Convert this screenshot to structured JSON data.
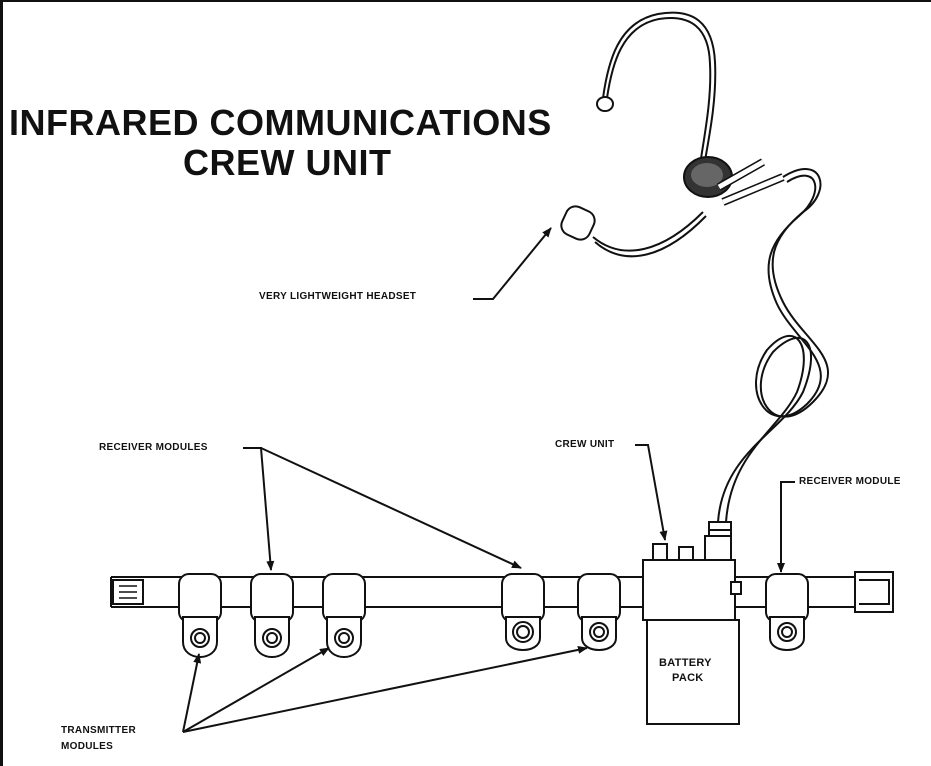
{
  "title": {
    "line1": "INFRARED COMMUNICATIONS",
    "line2": "CREW UNIT"
  },
  "labels": {
    "headset": "VERY LIGHTWEIGHT HEADSET",
    "receiver_modules": "RECEIVER MODULES",
    "crew_unit": "CREW UNIT",
    "receiver_module": "RECEIVER MODULE",
    "battery_line1": "BATTERY",
    "battery_line2": "PACK",
    "transmitter_line1": "TRANSMITTER",
    "transmitter_line2": "MODULES"
  },
  "colors": {
    "ink": "#111111",
    "paper": "#ffffff"
  }
}
